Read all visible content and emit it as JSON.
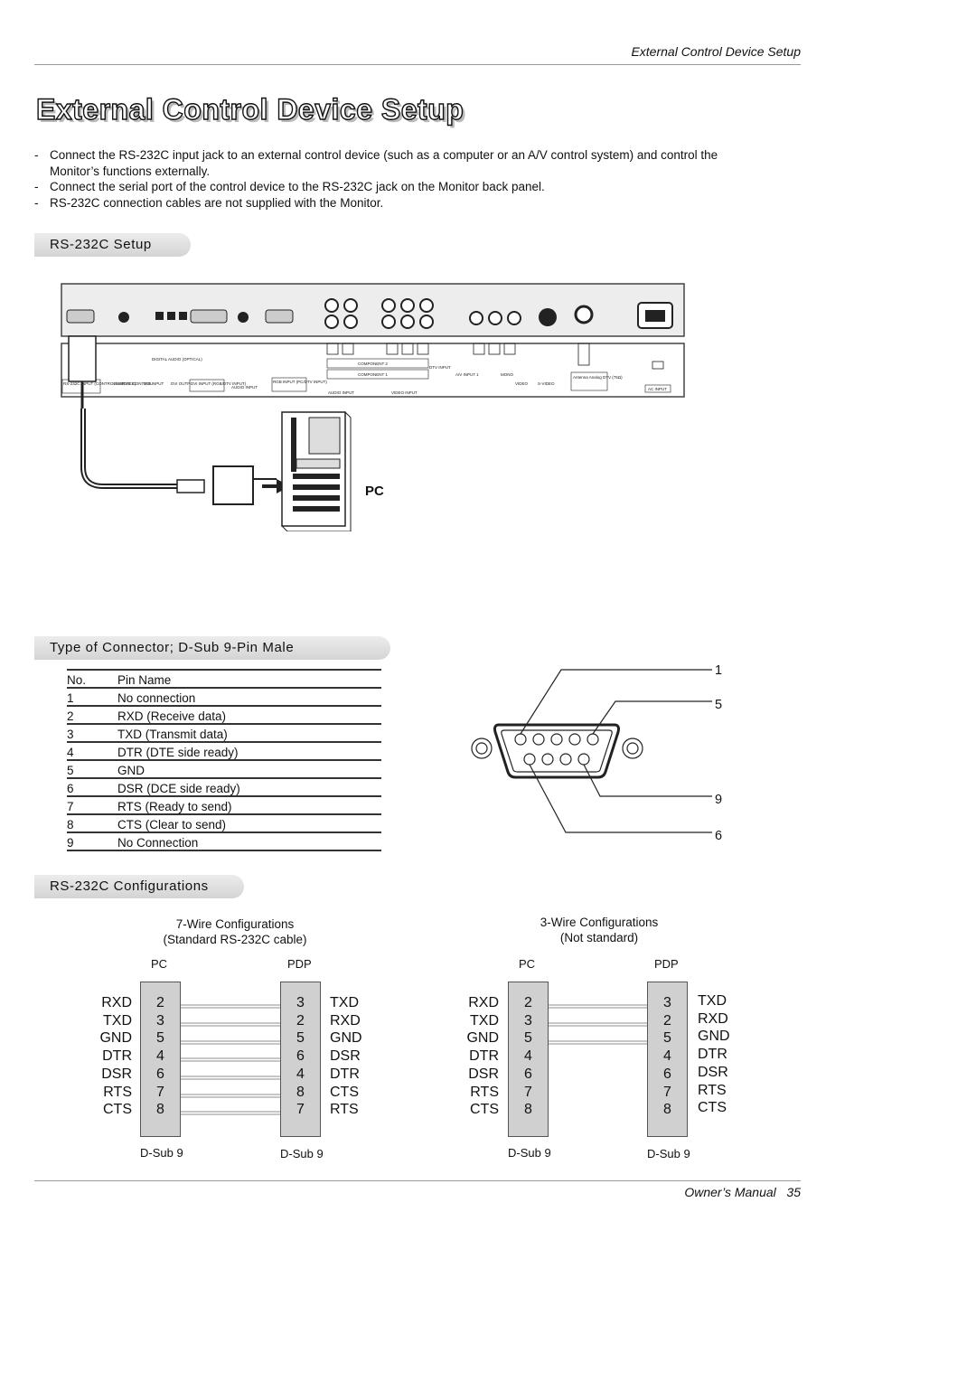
{
  "header": {
    "running_title": "External Control Device Setup"
  },
  "title": "External Control Device Setup",
  "intro": [
    "Connect the RS-232C input jack to an external control device (such as a computer or an A/V control system) and control the Monitor’s functions externally.",
    "Connect the serial port of the control device to the RS-232C jack on the Monitor back panel.",
    "RS-232C connection cables are not supplied with the Monitor."
  ],
  "setup_section": {
    "heading": "RS-232C Setup",
    "panel_labels": {
      "rs232c": "RS-232C INPUT (CONTROL/SERVICE)",
      "remote": "REMOTE CONTROL",
      "digital_audio": "DIGITAL AUDIO (OPTICAL)",
      "dvi_in": "DVI INPUT",
      "dvi_out": "DVI OUTPUT",
      "dvi_input": "DVI INPUT (RGB/DTV INPUT)",
      "audio_input_pc": "AUDIO INPUT",
      "rgb_input": "RGB INPUT (PC/DTV INPUT)",
      "component2": "COMPONENT 2",
      "component1": "COMPONENT 1",
      "dtv": "DTV INPUT",
      "av_input": "A/V INPUT 1",
      "mono": "MONO",
      "audio_input": "AUDIO INPUT",
      "video_input": "VIDEO INPUT",
      "video": "VIDEO",
      "svideo": "S-VIDEO",
      "antenna": "Antenna Analog DTV (75Ω)",
      "ac_input": "AC INPUT"
    },
    "pc_label": "PC"
  },
  "connector_section": {
    "heading": "Type of Connector; D-Sub 9-Pin Male",
    "table_header": {
      "no": "No.",
      "name": "Pin Name"
    },
    "pins": [
      {
        "no": "1",
        "name": "No connection"
      },
      {
        "no": "2",
        "name": "RXD (Receive data)"
      },
      {
        "no": "3",
        "name": "TXD (Transmit data)"
      },
      {
        "no": "4",
        "name": "DTR (DTE side ready)"
      },
      {
        "no": "5",
        "name": "GND"
      },
      {
        "no": "6",
        "name": "DSR (DCE side ready)"
      },
      {
        "no": "7",
        "name": "RTS (Ready to send)"
      },
      {
        "no": "8",
        "name": "CTS (Clear to send)"
      },
      {
        "no": "9",
        "name": "No Connection"
      }
    ],
    "diagram_callouts": [
      "1",
      "5",
      "9",
      "6"
    ]
  },
  "config_section": {
    "heading": "RS-232C Configurations",
    "seven_wire": {
      "title": "7-Wire Configurations",
      "subtitle": "(Standard RS-232C cable)",
      "left_side": "PC",
      "right_side": "PDP",
      "left_signals": "RXD\nTXD\nGND\nDTR\nDSR\nRTS\nCTS",
      "left_pins": "2\n3\n5\n4\n6\n7\n8",
      "right_pins": "3\n2\n5\n6\n4\n8\n7",
      "right_signals": "TXD\nRXD\nGND\nDSR\nDTR\nCTS\nRTS",
      "left_connector": "D-Sub 9",
      "right_connector": "D-Sub 9"
    },
    "three_wire": {
      "title": "3-Wire Configurations",
      "subtitle": "(Not standard)",
      "left_side": "PC",
      "right_side": "PDP",
      "left_signals": "RXD\nTXD\nGND\nDTR\nDSR\nRTS\nCTS",
      "left_pins": "2\n3\n5\n4\n6\n7\n8",
      "right_pins": "3\n2\n5\n4\n6\n7\n8",
      "right_signals": "TXD\nRXD\nGND\nDTR\nDSR\nRTS\nCTS",
      "left_connector": "D-Sub 9",
      "right_connector": "D-Sub 9"
    }
  },
  "footer": {
    "manual": "Owner’s Manual",
    "page": "35"
  }
}
